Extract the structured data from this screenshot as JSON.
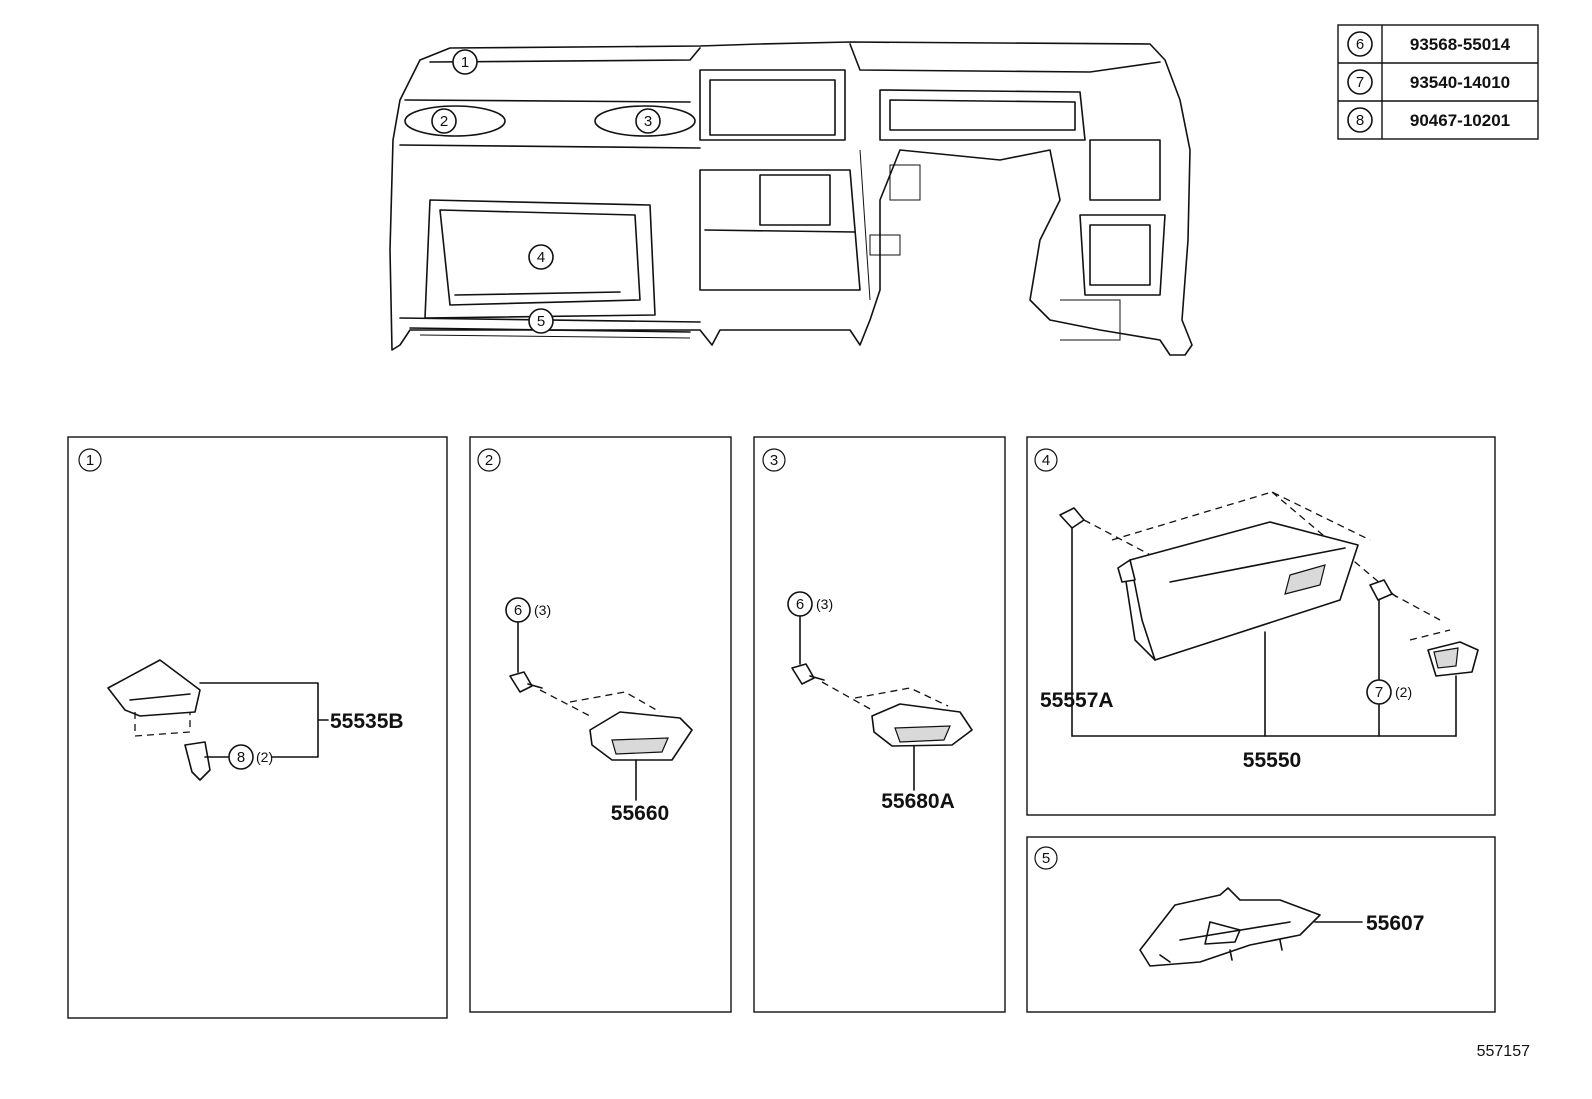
{
  "legend": [
    {
      "key": "6",
      "part": "93568-55014"
    },
    {
      "key": "7",
      "part": "93540-14010"
    },
    {
      "key": "8",
      "part": "90467-10201"
    }
  ],
  "overview_callouts": [
    "1",
    "2",
    "3",
    "4",
    "5"
  ],
  "panels": {
    "p1": {
      "num": "1",
      "part": "55535B",
      "fastener": "8",
      "qty": "(2)"
    },
    "p2": {
      "num": "2",
      "part": "55660",
      "fastener": "6",
      "qty": "(3)"
    },
    "p3": {
      "num": "3",
      "part": "55680A",
      "fastener": "6",
      "qty": "(3)"
    },
    "p4": {
      "num": "4",
      "part": "55550",
      "part_left": "55557A",
      "fastener": "7",
      "qty": "(2)"
    },
    "p5": {
      "num": "5",
      "part": "55607"
    }
  },
  "figure_id": "557157"
}
